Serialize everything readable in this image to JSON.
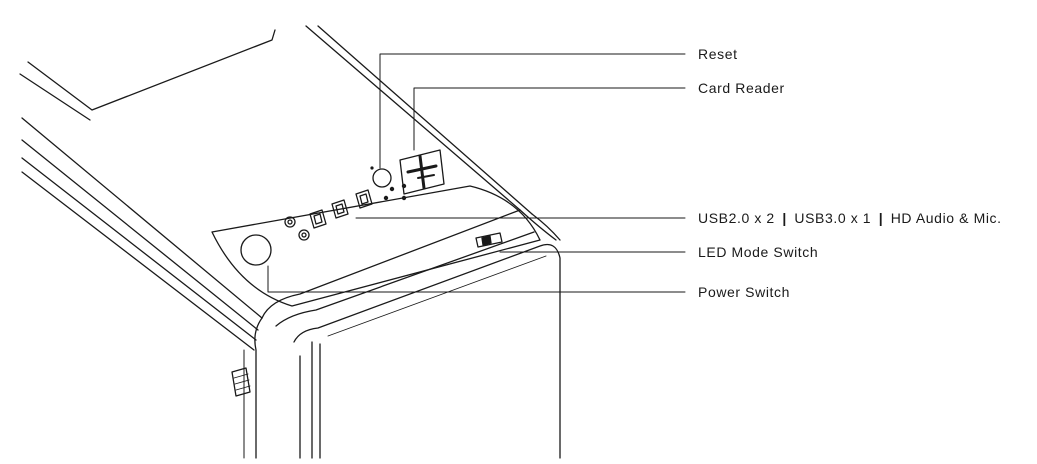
{
  "diagram": {
    "line_color": "#1a1a1a",
    "labels": {
      "reset": "Reset",
      "card_reader": "Card Reader",
      "usb_part1": "USB2.0 x 2",
      "separator": "|",
      "usb_part2": "USB3.0 x 1",
      "usb_part3": "HD  Audio & Mic.",
      "led_mode_switch": "LED Mode Switch",
      "power_switch": "Power Switch"
    }
  }
}
